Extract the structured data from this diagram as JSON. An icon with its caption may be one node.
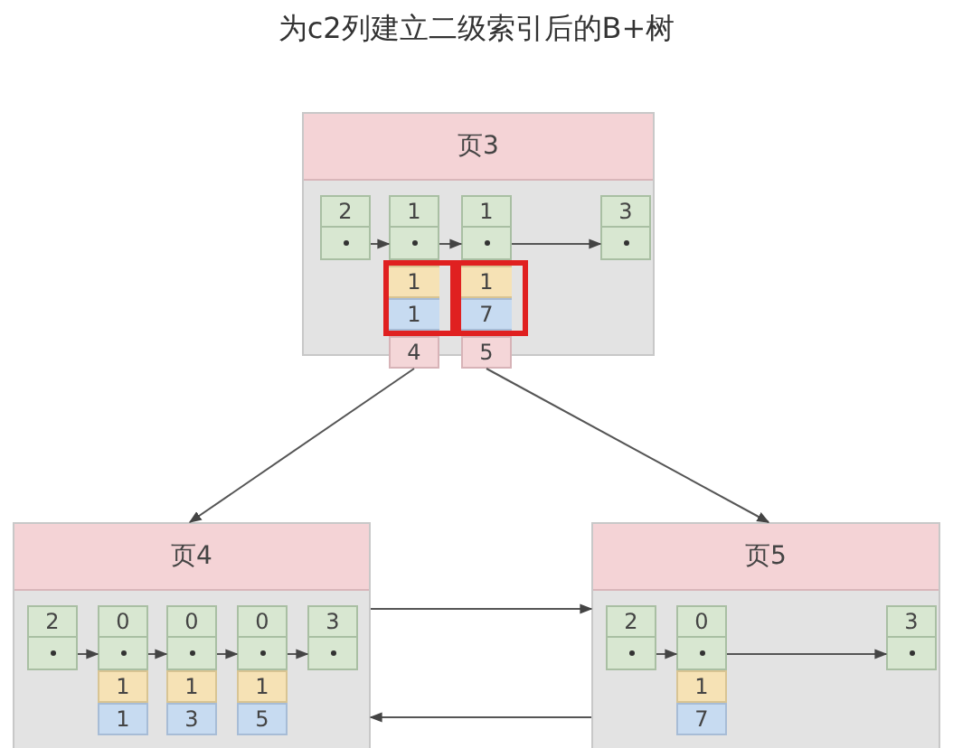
{
  "diagram": {
    "title": "为c2列建立二级索引后的B+树",
    "nodes": [
      {
        "text": [
          "页3"
        ]
      },
      {
        "text": [
          "2"
        ],
        "in": 0
      },
      {
        "text": [
          "1",
          "1",
          "1",
          "4"
        ],
        "in": 0
      },
      {
        "text": [
          "1",
          "1",
          "7",
          "5"
        ],
        "in": 0
      },
      {
        "text": [
          "3"
        ],
        "in": 0
      },
      {
        "text": [
          "页4"
        ]
      },
      {
        "text": [
          "2"
        ],
        "in": 5
      },
      {
        "text": [
          "0",
          "1",
          "1"
        ],
        "in": 5
      },
      {
        "text": [
          "0",
          "1",
          "3"
        ],
        "in": 5
      },
      {
        "text": [
          "0",
          "1",
          "5"
        ],
        "in": 5
      },
      {
        "text": [
          "3"
        ],
        "in": 5
      },
      {
        "text": [
          "页5"
        ]
      },
      {
        "text": [
          "2"
        ],
        "in": 11
      },
      {
        "text": [
          "0",
          "1",
          "7"
        ],
        "in": 11
      },
      {
        "text": [
          "3"
        ],
        "in": 11
      }
    ],
    "edges": [
      {
        "from": 1,
        "to": 2,
        "arrow": "to"
      },
      {
        "from": 2,
        "to": 3,
        "arrow": "to"
      },
      {
        "from": 3,
        "to": 4,
        "arrow": "to"
      },
      {
        "from": 6,
        "to": 7,
        "arrow": "to"
      },
      {
        "from": 7,
        "to": 8,
        "arrow": "to"
      },
      {
        "from": 8,
        "to": 9,
        "arrow": "to"
      },
      {
        "from": 9,
        "to": 10,
        "arrow": "to"
      },
      {
        "from": 12,
        "to": 13,
        "arrow": "to"
      },
      {
        "from": 13,
        "to": 14,
        "arrow": "to"
      },
      {
        "from": 2,
        "to": 5,
        "arrow": "to"
      },
      {
        "from": 3,
        "to": 11,
        "arrow": "to"
      },
      {
        "from": 5,
        "to": 11,
        "arrow": "to"
      },
      {
        "from": 11,
        "to": 5,
        "arrow": "to"
      }
    ]
  }
}
